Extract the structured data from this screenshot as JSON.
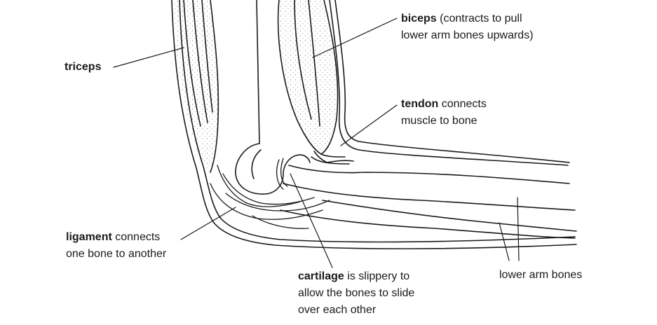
{
  "labels": {
    "triceps": {
      "term": "triceps"
    },
    "biceps": {
      "term": "biceps",
      "line1": " (contracts to pull",
      "line2": "lower arm bones upwards)"
    },
    "tendon": {
      "term": "tendon",
      "line1": " connects",
      "line2": "muscle to bone"
    },
    "ligament": {
      "term": "ligament",
      "line1": " connects",
      "line2": "one bone to another"
    },
    "cartilage": {
      "term": "cartilage",
      "line1": " is slippery to",
      "line2": "allow the bones to slide",
      "line3": "over each other"
    },
    "lower_arm_bones": {
      "text": "lower arm bones"
    }
  },
  "colors": {
    "ink": "#1a1a1a",
    "paper": "#ffffff"
  }
}
